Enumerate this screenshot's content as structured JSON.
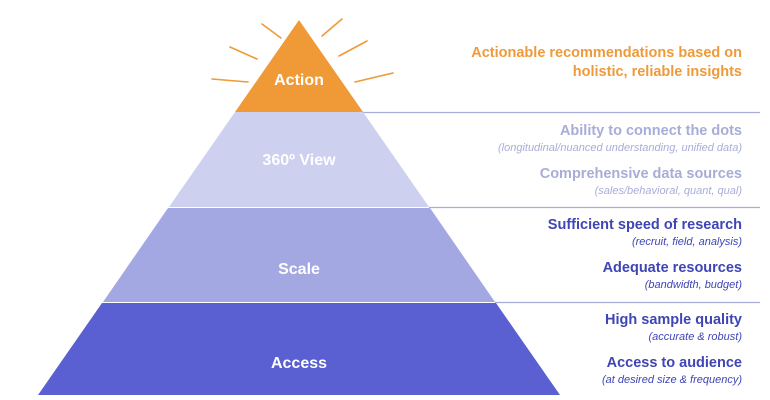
{
  "colors": {
    "action": "#ef9a37",
    "view": "#cdd0ef",
    "scale": "#a3a8e2",
    "access": "#5a60d2",
    "divider": "#a8acd8",
    "rays": "#ef9a37"
  },
  "tiers": [
    {
      "label": "Action"
    },
    {
      "label": "360º View"
    },
    {
      "label": "Scale"
    },
    {
      "label": "Access"
    }
  ],
  "descriptions": {
    "action": {
      "line1": "Actionable recommendations based on",
      "line2": "holistic, reliable insights"
    },
    "view_1": {
      "head": "Ability to connect the dots",
      "sub": "(longitudinal/nuanced understanding, unified data)"
    },
    "view_2": {
      "head": "Comprehensive data sources",
      "sub": "(sales/behavioral, quant, qual)"
    },
    "scale_1": {
      "head": "Sufficient speed of research",
      "sub": "(recruit, field, analysis)"
    },
    "scale_2": {
      "head": "Adequate resources",
      "sub": "(bandwidth, budget)"
    },
    "access_1": {
      "head": "High sample quality",
      "sub": "(accurate & robust)"
    },
    "access_2": {
      "head": "Access to audience",
      "sub": "(at desired size & frequency)"
    }
  }
}
